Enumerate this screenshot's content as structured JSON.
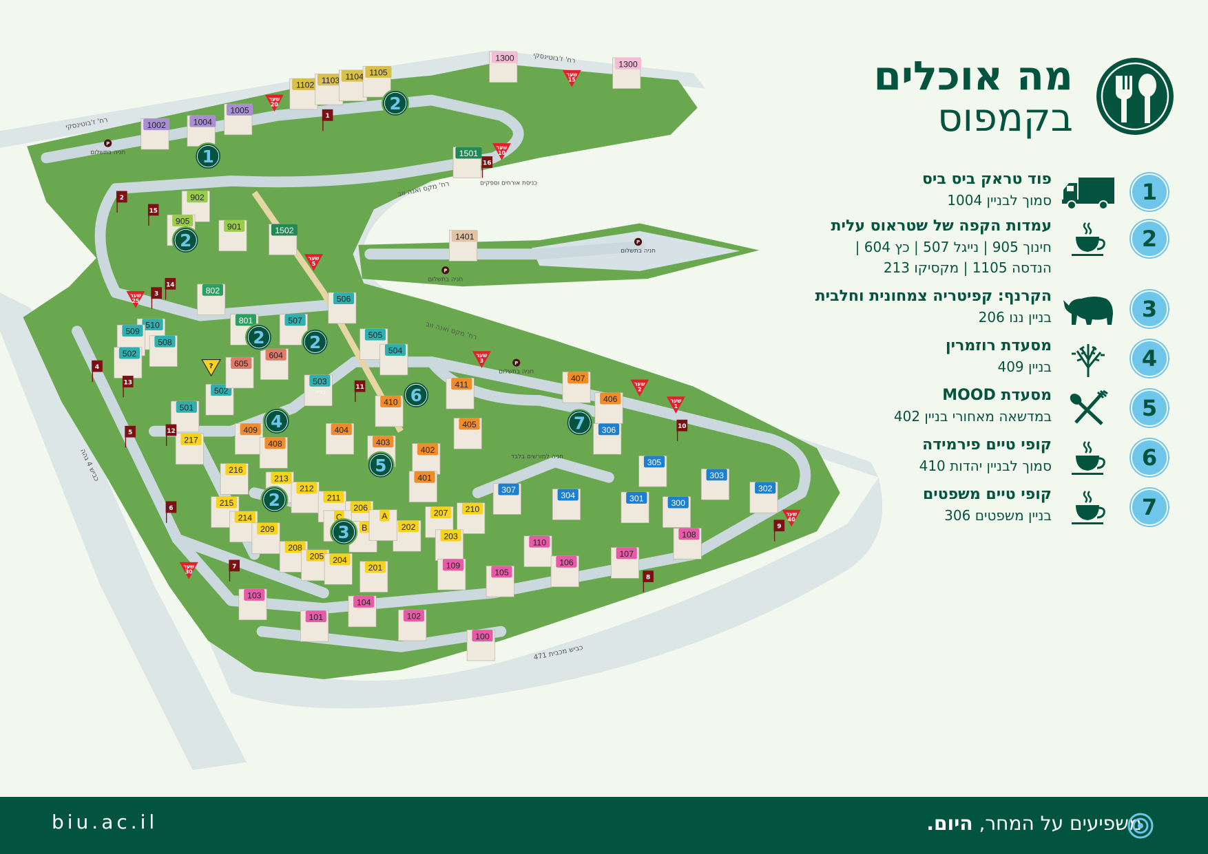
{
  "header": {
    "title_line1": "מה אוכלים",
    "title_line2": "בקמפוס",
    "icon": "fork-spoon-plate-icon"
  },
  "colors": {
    "brand_green": "#04533e",
    "marker_blue": "#6ec6ea",
    "gate_red": "#e3202a",
    "flag_red": "#7c1012",
    "grass": "#6aa84f",
    "road": "#cfdde2",
    "background": "#f3f8ef"
  },
  "legend": [
    {
      "num": "1",
      "icon": "truck-icon",
      "title": "פוד טראק ביס ביס",
      "lines": [
        "סמוך לבניין 1004"
      ]
    },
    {
      "num": "2",
      "icon": "coffee-cup-icon",
      "title": "עמדות הקפה של שטראוס עלית",
      "lines": [
        "חינוך 905 | נייגל 507 | כץ 604 |",
        "הנדסה 1105 | מקסיקו 213"
      ]
    },
    {
      "num": "3",
      "icon": "rhino-icon",
      "title": "הקרנף: קפיטריה צמחונית וחלבית",
      "lines": [
        "בניין ננו 206"
      ]
    },
    {
      "num": "4",
      "icon": "rosemary-icon",
      "title": "מסעדת רוזמרין",
      "lines": [
        "בניין 409"
      ]
    },
    {
      "num": "5",
      "icon": "spoon-fork-icon",
      "title": "מסעדת MOOD",
      "lines": [
        "במדשאה מאחורי בניין 402"
      ]
    },
    {
      "num": "6",
      "icon": "coffee-cup-icon",
      "title": "קופי טיים פירמידה",
      "lines": [
        "סמוך לבניין יהדות 410"
      ]
    },
    {
      "num": "7",
      "icon": "coffee-cup-icon",
      "title": "קופי טיים משפטים",
      "lines": [
        "בניין משפטים 306"
      ]
    }
  ],
  "map": {
    "building_groups": {
      "g1000": "#a98fd1",
      "g1100": "#d8c04a",
      "g1300": "#f5bcd6",
      "g1500": "#1f8a55",
      "g1400": "#e2c3a6",
      "g900": "#9acd4a",
      "g800": "#29a060",
      "g500": "#2fb0b0",
      "g600": "#e07a6a",
      "g400": "#f28c28",
      "g200": "#f7d21e",
      "g300": "#1d7fd0",
      "g100": "#e75aa8"
    },
    "buildings": [
      {
        "label": "1002",
        "group": "g1000"
      },
      {
        "label": "1004",
        "group": "g1000"
      },
      {
        "label": "1005",
        "group": "g1000"
      },
      {
        "label": "1102",
        "group": "g1100"
      },
      {
        "label": "1103",
        "group": "g1100"
      },
      {
        "label": "1104",
        "group": "g1100"
      },
      {
        "label": "1105",
        "group": "g1100"
      },
      {
        "label": "1300",
        "group": "g1300"
      },
      {
        "label": "1300",
        "group": "g1300"
      },
      {
        "label": "1501",
        "group": "g1500"
      },
      {
        "label": "1502",
        "group": "g1500"
      },
      {
        "label": "1401",
        "group": "g1400"
      },
      {
        "label": "902",
        "group": "g900"
      },
      {
        "label": "905",
        "group": "g900"
      },
      {
        "label": "901",
        "group": "g900"
      },
      {
        "label": "802",
        "group": "g800"
      },
      {
        "label": "801",
        "group": "g800"
      },
      {
        "label": "506",
        "group": "g500"
      },
      {
        "label": "507",
        "group": "g500"
      },
      {
        "label": "510",
        "group": "g500"
      },
      {
        "label": "509",
        "group": "g500"
      },
      {
        "label": "508",
        "group": "g500"
      },
      {
        "label": "502",
        "group": "g500"
      },
      {
        "label": "505",
        "group": "g500"
      },
      {
        "label": "504",
        "group": "g500"
      },
      {
        "label": "503",
        "group": "g500"
      },
      {
        "label": "502",
        "group": "g500"
      },
      {
        "label": "501",
        "group": "g500"
      },
      {
        "label": "604",
        "group": "g600"
      },
      {
        "label": "605",
        "group": "g600"
      },
      {
        "label": "411",
        "group": "g400"
      },
      {
        "label": "410",
        "group": "g400"
      },
      {
        "label": "409",
        "group": "g400"
      },
      {
        "label": "408",
        "group": "g400"
      },
      {
        "label": "404",
        "group": "g400"
      },
      {
        "label": "405",
        "group": "g400"
      },
      {
        "label": "403",
        "group": "g400"
      },
      {
        "label": "402",
        "group": "g400"
      },
      {
        "label": "401",
        "group": "g400"
      },
      {
        "label": "407",
        "group": "g400"
      },
      {
        "label": "406",
        "group": "g400"
      },
      {
        "label": "217",
        "group": "g200"
      },
      {
        "label": "216",
        "group": "g200"
      },
      {
        "label": "213",
        "group": "g200"
      },
      {
        "label": "212",
        "group": "g200"
      },
      {
        "label": "211",
        "group": "g200"
      },
      {
        "label": "206",
        "group": "g200"
      },
      {
        "label": "215",
        "group": "g200"
      },
      {
        "label": "214",
        "group": "g200"
      },
      {
        "label": "209",
        "group": "g200"
      },
      {
        "label": "207",
        "group": "g200"
      },
      {
        "label": "210",
        "group": "g200"
      },
      {
        "label": "202",
        "group": "g200"
      },
      {
        "label": "203",
        "group": "g200"
      },
      {
        "label": "208",
        "group": "g200"
      },
      {
        "label": "205",
        "group": "g200"
      },
      {
        "label": "204",
        "group": "g200"
      },
      {
        "label": "201",
        "group": "g200"
      },
      {
        "label": "C",
        "group": "g200"
      },
      {
        "label": "B",
        "group": "g200"
      },
      {
        "label": "A",
        "group": "g200"
      },
      {
        "label": "307",
        "group": "g300"
      },
      {
        "label": "306",
        "group": "g300"
      },
      {
        "label": "305",
        "group": "g300"
      },
      {
        "label": "303",
        "group": "g300"
      },
      {
        "label": "302",
        "group": "g300"
      },
      {
        "label": "304",
        "group": "g300"
      },
      {
        "label": "301",
        "group": "g300"
      },
      {
        "label": "300",
        "group": "g300"
      },
      {
        "label": "110",
        "group": "g100"
      },
      {
        "label": "108",
        "group": "g100"
      },
      {
        "label": "107",
        "group": "g100"
      },
      {
        "label": "106",
        "group": "g100"
      },
      {
        "label": "109",
        "group": "g100"
      },
      {
        "label": "105",
        "group": "g100"
      },
      {
        "label": "104",
        "group": "g100"
      },
      {
        "label": "103",
        "group": "g100"
      },
      {
        "label": "101",
        "group": "g100"
      },
      {
        "label": "102",
        "group": "g100"
      },
      {
        "label": "100",
        "group": "g100"
      }
    ],
    "food_markers": [
      "1",
      "2",
      "2",
      "2",
      "2",
      "6",
      "4",
      "7",
      "5",
      "2",
      "3"
    ],
    "gate_word": "שער",
    "gates": [
      "20",
      "15",
      "10",
      "5",
      "25",
      "3",
      "2",
      "1",
      "40",
      "30"
    ],
    "info_gate": "?",
    "flags": [
      "1",
      "16",
      "2",
      "15",
      "14",
      "3",
      "4",
      "13",
      "11",
      "12",
      "5",
      "6",
      "7",
      "10",
      "8",
      "9"
    ],
    "streets": [
      "רח' ז'בוטינסקי",
      "רח' ז'בוטינסקי",
      "רח' מקס ואנה ווב",
      "רח' מקס ואנה ווב",
      "כביש 4 גהה",
      "כביש מכבית 471"
    ],
    "paid_parking": "חניה בתשלום",
    "guest_entrance": "כניסת אורחים וספקים",
    "authorized_parking": "חניה למורשים בלבד",
    "construction": "בנייה",
    "parking_symbol": "P"
  },
  "footer": {
    "site": "biu.ac.il",
    "slogan": "משפיעים על המחר,",
    "slogan_bold": "היום.",
    "slogan_icon": "concentric-circles-icon"
  }
}
